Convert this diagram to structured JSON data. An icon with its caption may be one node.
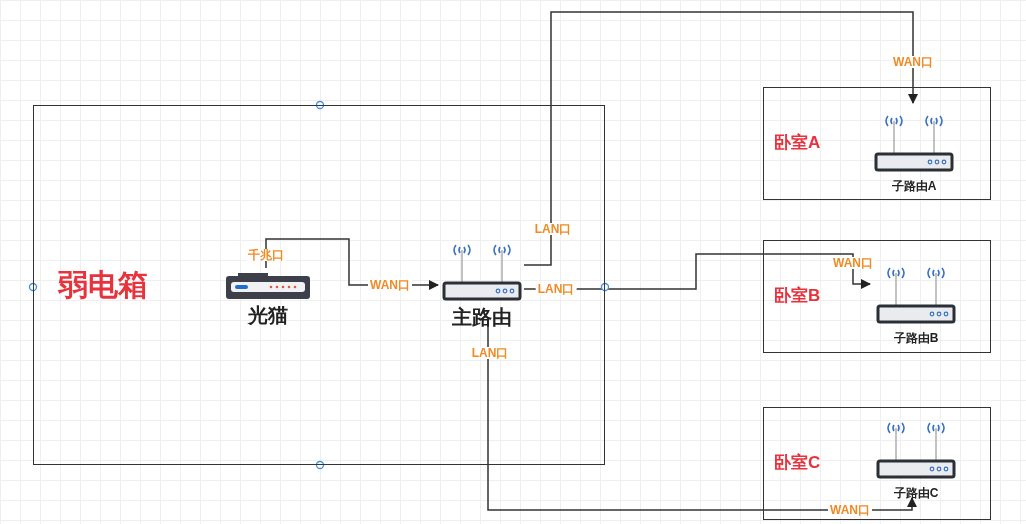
{
  "diagram": {
    "nodes": [
      {
        "text": [
          "弱电箱"
        ]
      },
      {
        "text": [
          "光猫"
        ],
        "in": 0
      },
      {
        "text": [
          "主路由"
        ],
        "in": 0
      },
      {
        "text": [
          "卧室A"
        ]
      },
      {
        "text": [
          "子路由A"
        ],
        "in": 3
      },
      {
        "text": [
          "卧室B"
        ]
      },
      {
        "text": [
          "子路由B"
        ],
        "in": 5
      },
      {
        "text": [
          "卧室C"
        ]
      },
      {
        "text": [
          "子路由C"
        ],
        "in": 7
      }
    ],
    "edges": [
      {
        "from": 1,
        "to": 2,
        "arrow": "to",
        "label": "WAN口"
      },
      {
        "from": 2,
        "to": 4,
        "arrow": "to",
        "label": "WAN口"
      },
      {
        "from": 2,
        "to": 6,
        "arrow": "to",
        "label": "WAN口"
      },
      {
        "from": 2,
        "to": 8,
        "arrow": "to",
        "label": "WAN口"
      }
    ],
    "labels": [
      "LAN口",
      "千兆口",
      "LAN口",
      "LAN口"
    ]
  }
}
